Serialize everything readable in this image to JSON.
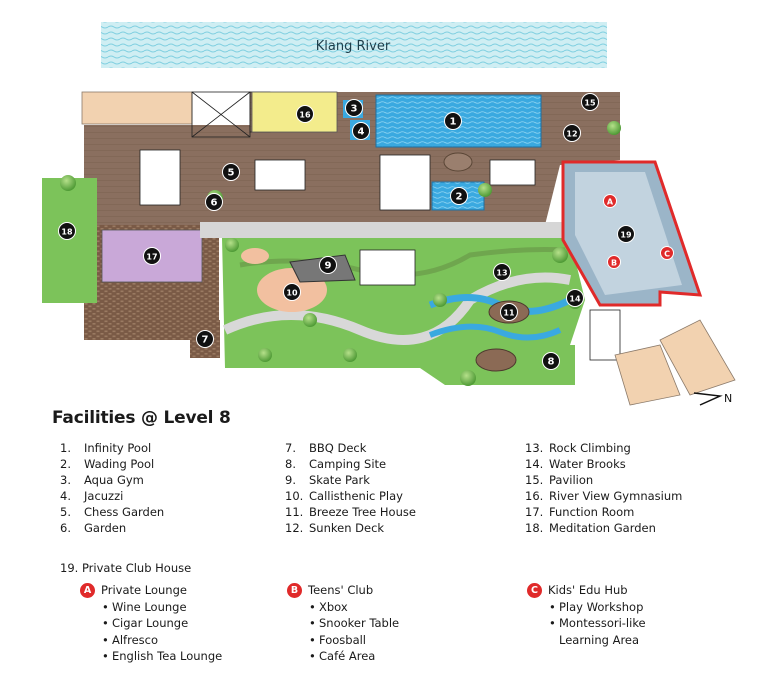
{
  "map": {
    "river_label": "Klang River",
    "markers": [
      {
        "n": "1",
        "c": "dark"
      },
      {
        "n": "2",
        "c": "dark"
      },
      {
        "n": "3",
        "c": "dark"
      },
      {
        "n": "4",
        "c": "dark"
      },
      {
        "n": "5",
        "c": "dark"
      },
      {
        "n": "6",
        "c": "dark"
      },
      {
        "n": "7",
        "c": "dark"
      },
      {
        "n": "8",
        "c": "dark"
      },
      {
        "n": "9",
        "c": "dark"
      },
      {
        "n": "10",
        "c": "dark"
      },
      {
        "n": "11",
        "c": "dark"
      },
      {
        "n": "12",
        "c": "dark"
      },
      {
        "n": "13",
        "c": "dark"
      },
      {
        "n": "14",
        "c": "dark"
      },
      {
        "n": "15",
        "c": "dark"
      },
      {
        "n": "16",
        "c": "dark"
      },
      {
        "n": "17",
        "c": "dark"
      },
      {
        "n": "18",
        "c": "dark"
      },
      {
        "n": "19",
        "c": "dark"
      },
      {
        "n": "A",
        "c": "red"
      },
      {
        "n": "B",
        "c": "red"
      },
      {
        "n": "C",
        "c": "red"
      }
    ],
    "north_label": "N",
    "colors": {
      "green": "#7cc35a",
      "pool": "#3aa9e0",
      "wood": "#8a6f5f",
      "brick": "#7a5a46",
      "lilac": "#c9a8d8",
      "yellow": "#f3ec8c",
      "beige": "#f2d2b0",
      "red": "#e02a2a"
    }
  },
  "legend": {
    "title": "Facilities @ Level 8",
    "col1": [
      {
        "num": "1.",
        "label": "Infinity Pool"
      },
      {
        "num": "2.",
        "label": "Wading Pool"
      },
      {
        "num": "3.",
        "label": "Aqua Gym"
      },
      {
        "num": "4.",
        "label": "Jacuzzi"
      },
      {
        "num": "5.",
        "label": "Chess Garden"
      },
      {
        "num": "6.",
        "label": "Garden"
      }
    ],
    "col2": [
      {
        "num": "7.",
        "label": "BBQ Deck"
      },
      {
        "num": "8.",
        "label": "Camping Site"
      },
      {
        "num": "9.",
        "label": "Skate Park"
      },
      {
        "num": "10.",
        "label": "Callisthenic Play"
      },
      {
        "num": "11.",
        "label": "Breeze Tree House"
      },
      {
        "num": "12.",
        "label": "Sunken Deck"
      }
    ],
    "col3": [
      {
        "num": "13.",
        "label": "Rock Climbing"
      },
      {
        "num": "14.",
        "label": "Water Brooks"
      },
      {
        "num": "15.",
        "label": "Pavilion"
      },
      {
        "num": "16.",
        "label": "River View Gymnasium"
      },
      {
        "num": "17.",
        "label": "Function Room"
      },
      {
        "num": "18.",
        "label": "Meditation Garden"
      }
    ],
    "club_house": "19.  Private Club House",
    "groups": [
      {
        "badge": "A",
        "title": "Private Lounge",
        "items": [
          "Wine Lounge",
          "Cigar Lounge",
          "Alfresco",
          "English Tea Lounge"
        ]
      },
      {
        "badge": "B",
        "title": "Teens' Club",
        "items": [
          "Xbox",
          "Snooker Table",
          "Foosball",
          "Café Area"
        ]
      },
      {
        "badge": "C",
        "title": "Kids' Edu Hub",
        "items": [
          "Play Workshop",
          "Montessori-like",
          "Learning Area"
        ]
      }
    ]
  }
}
